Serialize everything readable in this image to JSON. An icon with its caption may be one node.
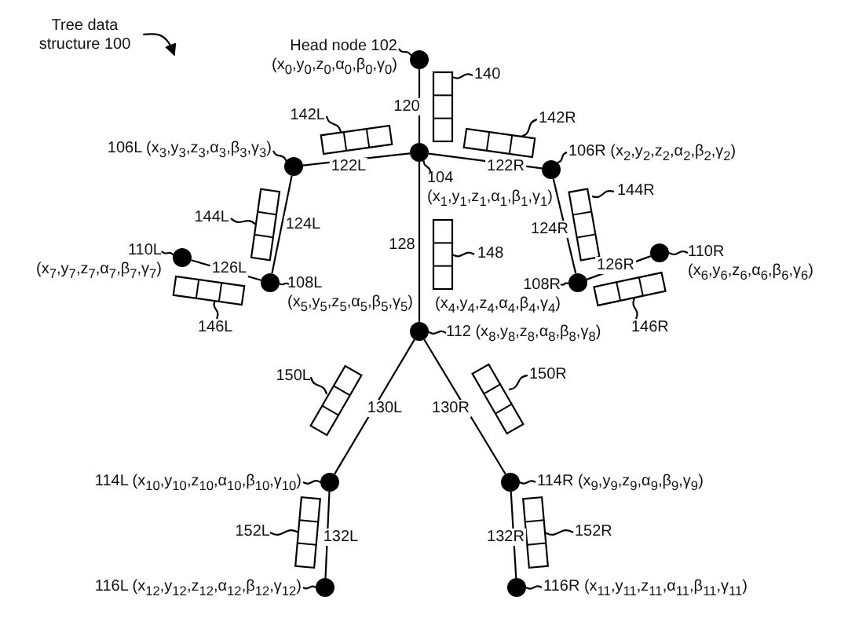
{
  "diagram": {
    "nodes": [
      {
        "text": [
          "Tree data structure 100"
        ]
      },
      {
        "text": [],
        "shape": "circle"
      },
      {
        "text": [],
        "shape": "circle"
      },
      {
        "text": [],
        "shape": "circle"
      },
      {
        "text": [],
        "shape": "circle"
      },
      {
        "text": [],
        "shape": "circle"
      },
      {
        "text": [],
        "shape": "circle"
      },
      {
        "text": [],
        "shape": "circle"
      },
      {
        "text": [],
        "shape": "circle"
      },
      {
        "text": [],
        "shape": "circle"
      },
      {
        "text": [],
        "shape": "circle"
      },
      {
        "text": [],
        "shape": "circle"
      },
      {
        "text": [],
        "shape": "circle"
      },
      {
        "text": [],
        "shape": "circle"
      },
      {
        "text": [
          "Head node 102",
          "(x$_{0}$,y$_{0}$,z$_{0}$,α$_{0}$,β$_{0}$,γ$_{0}$)"
        ]
      },
      {
        "text": [
          "104",
          "(x$_{1}$,y$_{1}$,z$_{1}$,α$_{1}$,β$_{1}$,γ$_{1}$)"
        ]
      },
      {
        "text": [
          "106L (x$_{3}$,y$_{3}$,z$_{3}$,α$_{3}$,β$_{3}$,γ$_{3}$)"
        ]
      },
      {
        "text": [
          "106R (x$_{2}$,y$_{2}$,z$_{2}$,α$_{2}$,β$_{2}$,γ$_{2}$)"
        ]
      },
      {
        "text": [
          "108L",
          "(x$_{5}$,y$_{5}$,z$_{5}$,α$_{5}$,β$_{5}$,γ$_{5}$)"
        ]
      },
      {
        "text": [
          "108R",
          "(x$_{4}$,y$_{4}$,z$_{4}$,α$_{4}$,β$_{4}$,γ$_{4}$)"
        ]
      },
      {
        "text": [
          "110L",
          "(x$_{7}$,y$_{7}$,z$_{7}$,α$_{7}$,β$_{7}$,γ$_{7}$)"
        ]
      },
      {
        "text": [
          "110R",
          "(x$_{6}$,y$_{6}$,z$_{6}$,α$_{6}$,β$_{6}$,γ$_{6}$)"
        ]
      },
      {
        "text": [
          "112 (x$_{8}$,y$_{8}$,z$_{8}$,α$_{8}$,β$_{8}$,γ$_{8}$)"
        ]
      },
      {
        "text": [
          "114L (x$_{10}$,y$_{10}$,z$_{10}$,α$_{10}$,β$_{10}$,γ$_{10}$)"
        ]
      },
      {
        "text": [
          "114R (x$_{9}$,y$_{9}$,z$_{9}$,α$_{9}$,β$_{9}$,γ$_{9}$)"
        ]
      },
      {
        "text": [
          "116L (x$_{12}$,y$_{12}$,z$_{12}$,α$_{12}$,β$_{12}$,γ$_{12}$)"
        ]
      },
      {
        "text": [
          "116R (x$_{11}$,y$_{11}$,z$_{11}$,α$_{11}$,β$_{11}$,γ$_{11}$)"
        ]
      },
      {
        "text": [],
        "shape": "box"
      },
      {
        "text": [],
        "shape": "box"
      },
      {
        "text": [],
        "shape": "box"
      },
      {
        "text": [],
        "shape": "box"
      },
      {
        "text": [],
        "shape": "box"
      },
      {
        "text": [],
        "shape": "box"
      },
      {
        "text": [],
        "shape": "box"
      },
      {
        "text": [],
        "shape": "box"
      },
      {
        "text": [],
        "shape": "box"
      },
      {
        "text": [],
        "shape": "box"
      },
      {
        "text": [],
        "shape": "box"
      },
      {
        "text": [],
        "shape": "box"
      },
      {
        "text": [
          "140"
        ]
      },
      {
        "text": [
          "142L"
        ]
      },
      {
        "text": [
          "142R"
        ]
      },
      {
        "text": [
          "144L"
        ]
      },
      {
        "text": [
          "144R"
        ]
      },
      {
        "text": [
          "146L"
        ]
      },
      {
        "text": [
          "146R"
        ]
      },
      {
        "text": [
          "148"
        ]
      },
      {
        "text": [
          "150L"
        ]
      },
      {
        "text": [
          "150R"
        ]
      },
      {
        "text": [
          "152L"
        ]
      },
      {
        "text": [
          "152R"
        ]
      }
    ],
    "edges": [
      {
        "from": 1,
        "to": 2,
        "arrow": "none",
        "label": "120"
      },
      {
        "from": 2,
        "to": 3,
        "arrow": "none",
        "label": "122L"
      },
      {
        "from": 2,
        "to": 4,
        "arrow": "none",
        "label": "122R"
      },
      {
        "from": 3,
        "to": 5,
        "arrow": "none",
        "label": "124L"
      },
      {
        "from": 4,
        "to": 6,
        "arrow": "none",
        "label": "124R"
      },
      {
        "from": 5,
        "to": 7,
        "arrow": "none",
        "label": "126L"
      },
      {
        "from": 6,
        "to": 8,
        "arrow": "none",
        "label": "126R"
      },
      {
        "from": 2,
        "to": 9,
        "arrow": "none",
        "label": "128"
      },
      {
        "from": 9,
        "to": 10,
        "arrow": "none",
        "label": "130L"
      },
      {
        "from": 9,
        "to": 11,
        "arrow": "none",
        "label": "130R"
      },
      {
        "from": 10,
        "to": 12,
        "arrow": "none",
        "label": "132L"
      },
      {
        "from": 11,
        "to": 13,
        "arrow": "none",
        "label": "132R"
      },
      {
        "from": 14,
        "to": 1,
        "arrow": "none"
      },
      {
        "from": 15,
        "to": 2,
        "arrow": "none"
      },
      {
        "from": 16,
        "to": 3,
        "arrow": "none"
      },
      {
        "from": 17,
        "to": 4,
        "arrow": "none"
      },
      {
        "from": 18,
        "to": 5,
        "arrow": "none"
      },
      {
        "from": 19,
        "to": 6,
        "arrow": "none"
      },
      {
        "from": 20,
        "to": 7,
        "arrow": "none"
      },
      {
        "from": 21,
        "to": 8,
        "arrow": "none"
      },
      {
        "from": 22,
        "to": 9,
        "arrow": "none"
      },
      {
        "from": 23,
        "to": 10,
        "arrow": "none"
      },
      {
        "from": 24,
        "to": 11,
        "arrow": "none"
      },
      {
        "from": 25,
        "to": 12,
        "arrow": "none"
      },
      {
        "from": 26,
        "to": 13,
        "arrow": "none"
      },
      {
        "from": 39,
        "to": 27,
        "arrow": "none"
      },
      {
        "from": 40,
        "to": 28,
        "arrow": "none"
      },
      {
        "from": 41,
        "to": 29,
        "arrow": "none"
      },
      {
        "from": 42,
        "to": 30,
        "arrow": "none"
      },
      {
        "from": 43,
        "to": 31,
        "arrow": "none"
      },
      {
        "from": 44,
        "to": 32,
        "arrow": "none"
      },
      {
        "from": 45,
        "to": 33,
        "arrow": "none"
      },
      {
        "from": 46,
        "to": 34,
        "arrow": "none"
      },
      {
        "from": 47,
        "to": 35,
        "arrow": "none"
      },
      {
        "from": 48,
        "to": 36,
        "arrow": "none"
      },
      {
        "from": 49,
        "to": 37,
        "arrow": "none"
      },
      {
        "from": 50,
        "to": 38,
        "arrow": "none"
      },
      {
        "from": 0,
        "to": null,
        "arrow": "to"
      }
    ]
  }
}
